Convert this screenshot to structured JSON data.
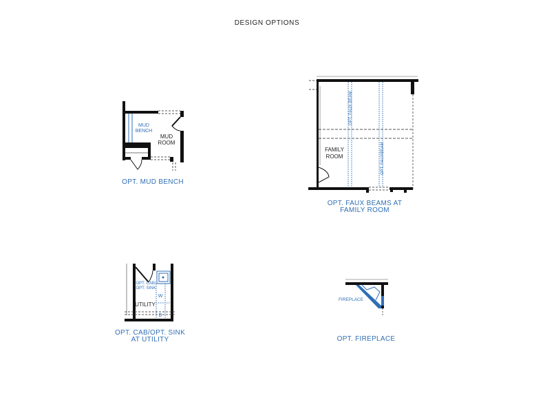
{
  "page_title": "DESIGN OPTIONS",
  "accent_color": "#2f6fb5",
  "options": [
    {
      "caption": "OPT. MUD BENCH",
      "labels": {
        "bench": [
          "MUD",
          "BENCH"
        ],
        "room": [
          "MUD",
          "ROOM"
        ]
      }
    },
    {
      "caption": [
        "OPT. FAUX BEAMS AT",
        "FAMILY ROOM"
      ],
      "labels": {
        "room": [
          "FAMILY",
          "ROOM"
        ],
        "beam1": "OPT. FAUX BEAM",
        "beam2": "OPT. FAUXBEAM"
      }
    },
    {
      "caption": [
        "OPT. CAB/OPT. SINK",
        "AT UTILITY"
      ],
      "labels": {
        "cab": [
          "OPT. CAB/",
          "OPT. SINK"
        ],
        "room": "UTILITY",
        "washer": "W",
        "dryer": "D"
      }
    },
    {
      "caption": "OPT. FIREPLACE",
      "labels": {
        "fireplace": "FIREPLACE"
      }
    }
  ]
}
